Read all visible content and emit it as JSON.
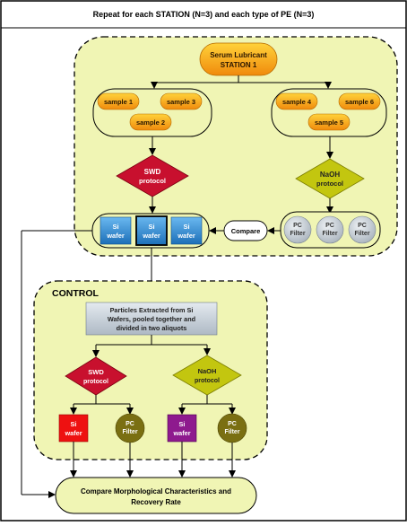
{
  "header": {
    "title": "Repeat for each STATION (N=3) and each type of PE (N=3)"
  },
  "station": {
    "source_line1": "Serum Lubricant",
    "source_line2": "STATION 1"
  },
  "samples_left": [
    "sample 1",
    "sample 3",
    "sample 2"
  ],
  "samples_right": [
    "sample 4",
    "sample 6",
    "sample 5"
  ],
  "swd": {
    "line1": "SWD",
    "line2": "protocol"
  },
  "naoh": {
    "line1": "NaOH",
    "line2": "protocol"
  },
  "si_wafer": {
    "line1": "Si",
    "line2": "wafer"
  },
  "pc_filter": {
    "line1": "PC",
    "line2": "Filter"
  },
  "compare": "Compare",
  "control": {
    "title": "CONTROL",
    "pooled_line1": "Particles Extracted from Si",
    "pooled_line2": "Wafers, pooled together and",
    "pooled_line3": "divided in two aliquots",
    "swd_line1": "SWD",
    "swd_line2": "protocol",
    "naoh_line1": "NaOH",
    "naoh_line2": "protocol",
    "si_line1": "Si",
    "si_line2": "wafer",
    "pc_line1": "PC",
    "pc_line2": "Filter"
  },
  "final": {
    "line1": "Compare Morphological Characteristics and",
    "line2": "Recovery Rate"
  },
  "colors": {
    "yellow_bg": "#f0f5b4",
    "orange": "#f7a81b",
    "red": "#c8102e",
    "olive": "#c3c60f",
    "blue": "#2f8fd8",
    "grey_pc": "#c9cfd6",
    "control_red": "#ee1111",
    "purple": "#8e1a8e",
    "olive_dark": "#7a6f12"
  }
}
